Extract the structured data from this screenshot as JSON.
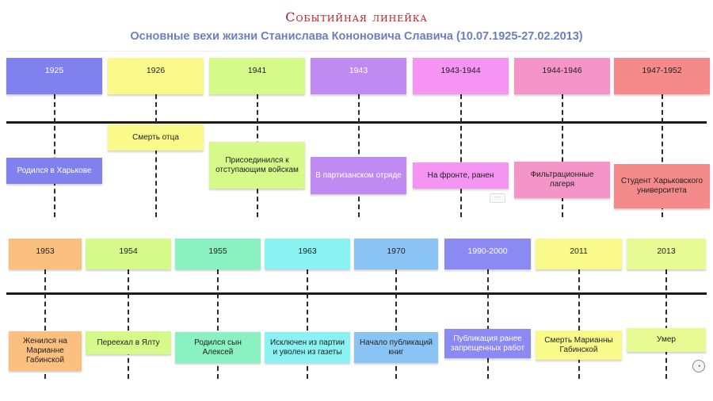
{
  "header": {
    "title": "Событийная линейка",
    "subtitle": "Основные вехи жизни Станислава Кононовича Славича (10.07.1925-27.02.2013)"
  },
  "timeline_rows": [
    {
      "events": [
        {
          "year": "1925",
          "text": "Родился в Харькове",
          "color": "#8080ee",
          "light": true
        },
        {
          "year": "1926",
          "text": "Смерть отца",
          "color": "#fafa8a",
          "light": false
        },
        {
          "year": "1941",
          "text": "Присоединился к отступающим войскам",
          "color": "#d6fa8a",
          "light": false
        },
        {
          "year": "1943",
          "text": "В партизанском отряде",
          "color": "#bf8af2",
          "light": true
        },
        {
          "year": "1943-1944",
          "text": "На фронте, ранен",
          "color": "#f594f2",
          "light": false
        },
        {
          "year": "1944-1946",
          "text": "Фильтрационные лагеря",
          "color": "#f594c8",
          "light": false
        },
        {
          "year": "1947-1952",
          "text": "Студент Харьковского университета",
          "color": "#f58a8a",
          "light": false
        }
      ]
    },
    {
      "events": [
        {
          "year": "1953",
          "text": "Женился на Марианне Габинской",
          "color": "#fbbf80",
          "light": false
        },
        {
          "year": "1954",
          "text": "Переехал в Ялту",
          "color": "#d6fa8a",
          "light": false
        },
        {
          "year": "1955",
          "text": "Родился сын Алексей",
          "color": "#8af2c0",
          "light": false
        },
        {
          "year": "1963",
          "text": "Исключен из партии и уволен из газеты",
          "color": "#8af2f2",
          "light": false
        },
        {
          "year": "1970",
          "text": "Начало публикаций книг",
          "color": "#8ac4f5",
          "light": false
        },
        {
          "year": "1990-2000",
          "text": "Публикация ранее запрещенных работ",
          "color": "#8a8af2",
          "light": true
        },
        {
          "year": "2011",
          "text": "Смерть Марианны Габинской",
          "color": "#fafa8a",
          "light": false
        },
        {
          "year": "2013",
          "text": "Умер",
          "color": "#e8fa94",
          "light": false
        }
      ]
    }
  ]
}
